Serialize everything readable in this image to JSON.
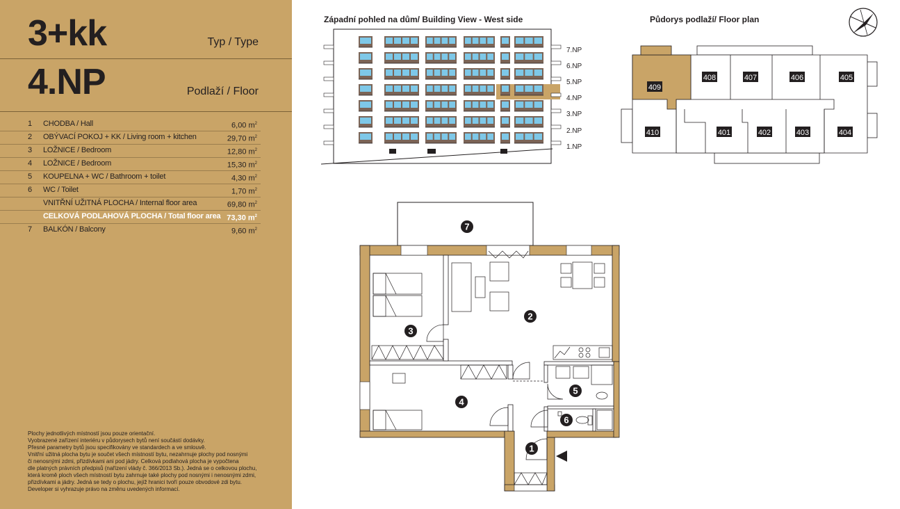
{
  "unit": {
    "type": "3+kk",
    "type_label": "Typ / Type",
    "floor": "4.NP",
    "floor_label": "Podlaží / Floor"
  },
  "rooms": [
    {
      "num": "1",
      "name": "CHODBA / Hall",
      "area": "6,00 m",
      "sup": "2"
    },
    {
      "num": "2",
      "name": "OBÝVACÍ POKOJ + KK / Living room + kitchen",
      "area": "29,70 m",
      "sup": "2"
    },
    {
      "num": "3",
      "name": "LOŽNICE / Bedroom",
      "area": "12,80 m",
      "sup": "2"
    },
    {
      "num": "4",
      "name": "LOŽNICE / Bedroom",
      "area": "15,30 m",
      "sup": "2"
    },
    {
      "num": "5",
      "name": "KOUPELNA + WC / Bathroom + toilet",
      "area": "4,30 m",
      "sup": "2"
    },
    {
      "num": "6",
      "name": "WC / Toilet",
      "area": "1,70 m",
      "sup": "2"
    },
    {
      "num": "",
      "name": "VNITŘNÍ UŽITNÁ PLOCHA / Internal floor area",
      "area": "69,80 m",
      "sup": "2"
    },
    {
      "num": "",
      "name": "CELKOVÁ PODLAHOVÁ PLOCHA / Total floor area",
      "area": "73,30 m",
      "sup": "2"
    },
    {
      "num": "7",
      "name": "BALKÓN / Balcony",
      "area": "9,60 m",
      "sup": "2"
    }
  ],
  "disclaimer": [
    "Plochy jednotlivých místností jsou pouze orientační.",
    "Vyobrazené zařízení interiéru v půdorysech bytů není součástí dodávky.",
    "Přesné parametry bytů jsou specifikovány ve standardech a ve smlouvě.",
    "Vnitřní užitná plocha bytu je součet všech místností bytu, nezahrnuje plochy pod nosnými",
    "či nenosnými zdmi, přizdívkami ani pod jádry. Celková podlahová plocha je vypočtena",
    "dle platných právních předpisů (nařízení vlády č. 366/2013 Sb.). Jedná se o celkovou plochu,",
    "která kromě ploch všech místností bytu zahrnuje také plochy pod nosnými i nenosnými zdmi,",
    "přizdívkami a jádry. Jedná se tedy o plochu, jejíž hranici tvoří pouze obvodové zdi bytu.",
    "Developer si vyhrazuje právo na změnu uvedených informací."
  ],
  "building_view": {
    "title": "Západní pohled na dům/ Building View - West side",
    "floors": [
      "7.NP",
      "6.NP",
      "5.NP",
      "4.NP",
      "3.NP",
      "2.NP",
      "1.NP"
    ],
    "highlight_floor": "4.NP"
  },
  "floor_plan": {
    "title": "Půdorys podlaží/ Floor plan",
    "units": [
      "409",
      "408",
      "407",
      "406",
      "405",
      "410",
      "401",
      "402",
      "403",
      "404"
    ],
    "highlight_unit": "409"
  },
  "apartment_plan": {
    "room_markers": [
      "1",
      "2",
      "3",
      "4",
      "5",
      "6",
      "7"
    ]
  },
  "colors": {
    "accent": "#c9a467",
    "text": "#231f20",
    "window": "#7ec8e8",
    "facade": "#7b6456"
  },
  "icons": [
    "compass-icon",
    "entrance-arrow-icon"
  ]
}
